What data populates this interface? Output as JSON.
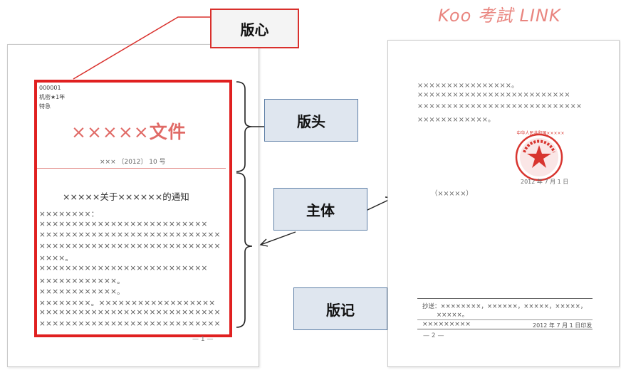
{
  "logo": {
    "text": "Koo 考試 LINK",
    "color": "#e9857f"
  },
  "callouts": {
    "banxin": "版心",
    "bantou": "版头",
    "zhuti": "主体",
    "banji": "版记"
  },
  "left_page": {
    "serial": "000001",
    "secret": "机密★1年",
    "urgency": "特急",
    "doc_title": "×××××",
    "doc_title_suffix": "文件",
    "doc_number": "××× 〔2012〕 10 号",
    "notice_title": "×××××关于××××××的通知",
    "body_lines": [
      "××××××××：",
      "    ××××××××××××××××××××××××××",
      "××××××××××××××××××××××××××××",
      "××××××××××××××××××××××××××××",
      "××××。",
      "    ××××××××××××××××××××××××××",
      "××××××××××××。",
      "    ××××××××××××。",
      "    ××××××××。××××××××××××××××××",
      "××××××××××××××××××××××××××××",
      "××××××××××××××××××××××××××××"
    ],
    "page_number": "— 1 —"
  },
  "right_page": {
    "body_lines": [
      "××××××××××××××××。",
      "    ××××××××××××××××××××××××××",
      "××××××××××××××××××××××××××××",
      "××××××××××××。"
    ],
    "seal_text": "中华人民共和国×××××",
    "sign_date": "2012 年 7 月 1 日",
    "attachment_note": "（×××××）",
    "cc_line1": "抄送：××××××××，××××××，×××××，×××××，",
    "cc_line2": "×××××。",
    "issuer": "×××××××××",
    "print_date": "2012 年 7 月 1 日印发",
    "page_number": "— 2 —"
  },
  "colors": {
    "highlight_red": "#e02020",
    "callout_red_border": "#d9302c",
    "callout_blue_fill": "#dfe6ef",
    "callout_blue_border": "#5d7ea6",
    "seal_red": "#d8352f"
  }
}
